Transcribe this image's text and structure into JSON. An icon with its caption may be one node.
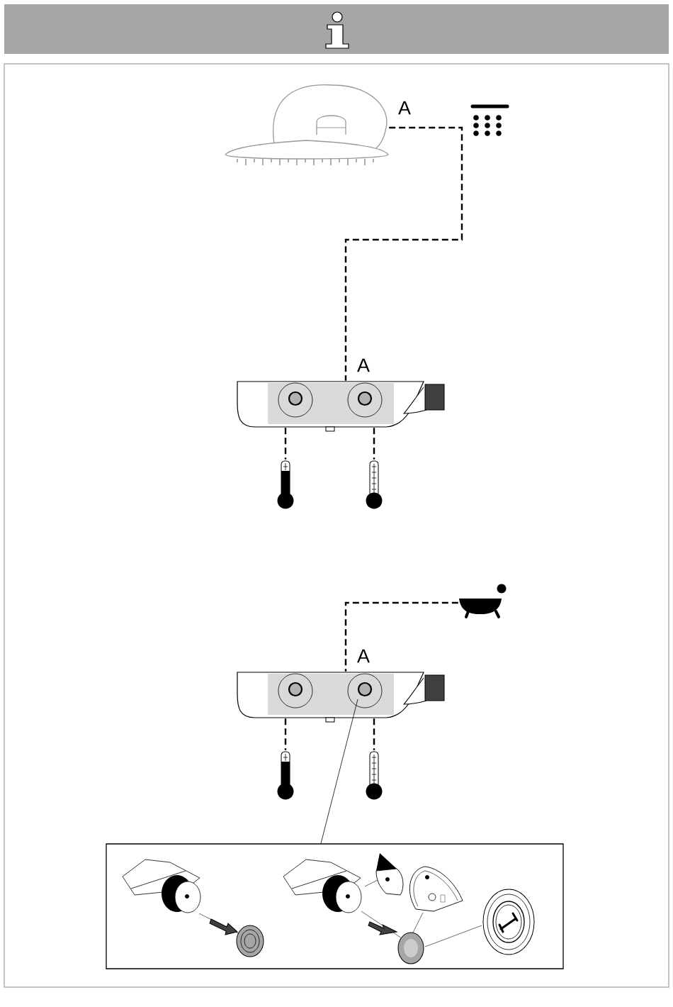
{
  "diagram": {
    "nodes": [
      {
        "text": [],
        "shape": "picture",
        "beside": [
          "A"
        ]
      },
      {
        "text": [],
        "shape": "picture",
        "beside": [
          "A"
        ]
      },
      {
        "text": [],
        "shape": "picture"
      },
      {
        "text": [],
        "shape": "picture"
      },
      {
        "text": [],
        "shape": "picture"
      },
      {
        "text": [],
        "shape": "picture",
        "beside": [
          "A"
        ]
      },
      {
        "text": [],
        "shape": "picture"
      },
      {
        "text": [],
        "shape": "picture"
      },
      {
        "text": [],
        "shape": "box"
      }
    ],
    "edges": [
      {
        "from": 0,
        "to": 1,
        "arrow": "none",
        "style": "dashed"
      },
      {
        "from": 1,
        "to": 2,
        "arrow": "none",
        "style": "dashed"
      },
      {
        "from": 1,
        "to": 3,
        "arrow": "none",
        "style": "dashed"
      },
      {
        "from": 4,
        "to": 5,
        "arrow": "none",
        "style": "dashed"
      },
      {
        "from": 5,
        "to": 6,
        "arrow": "none",
        "style": "dashed"
      },
      {
        "from": 5,
        "to": 7,
        "arrow": "none",
        "style": "dashed"
      },
      {
        "from": 5,
        "to": 8,
        "arrow": "none"
      }
    ]
  }
}
